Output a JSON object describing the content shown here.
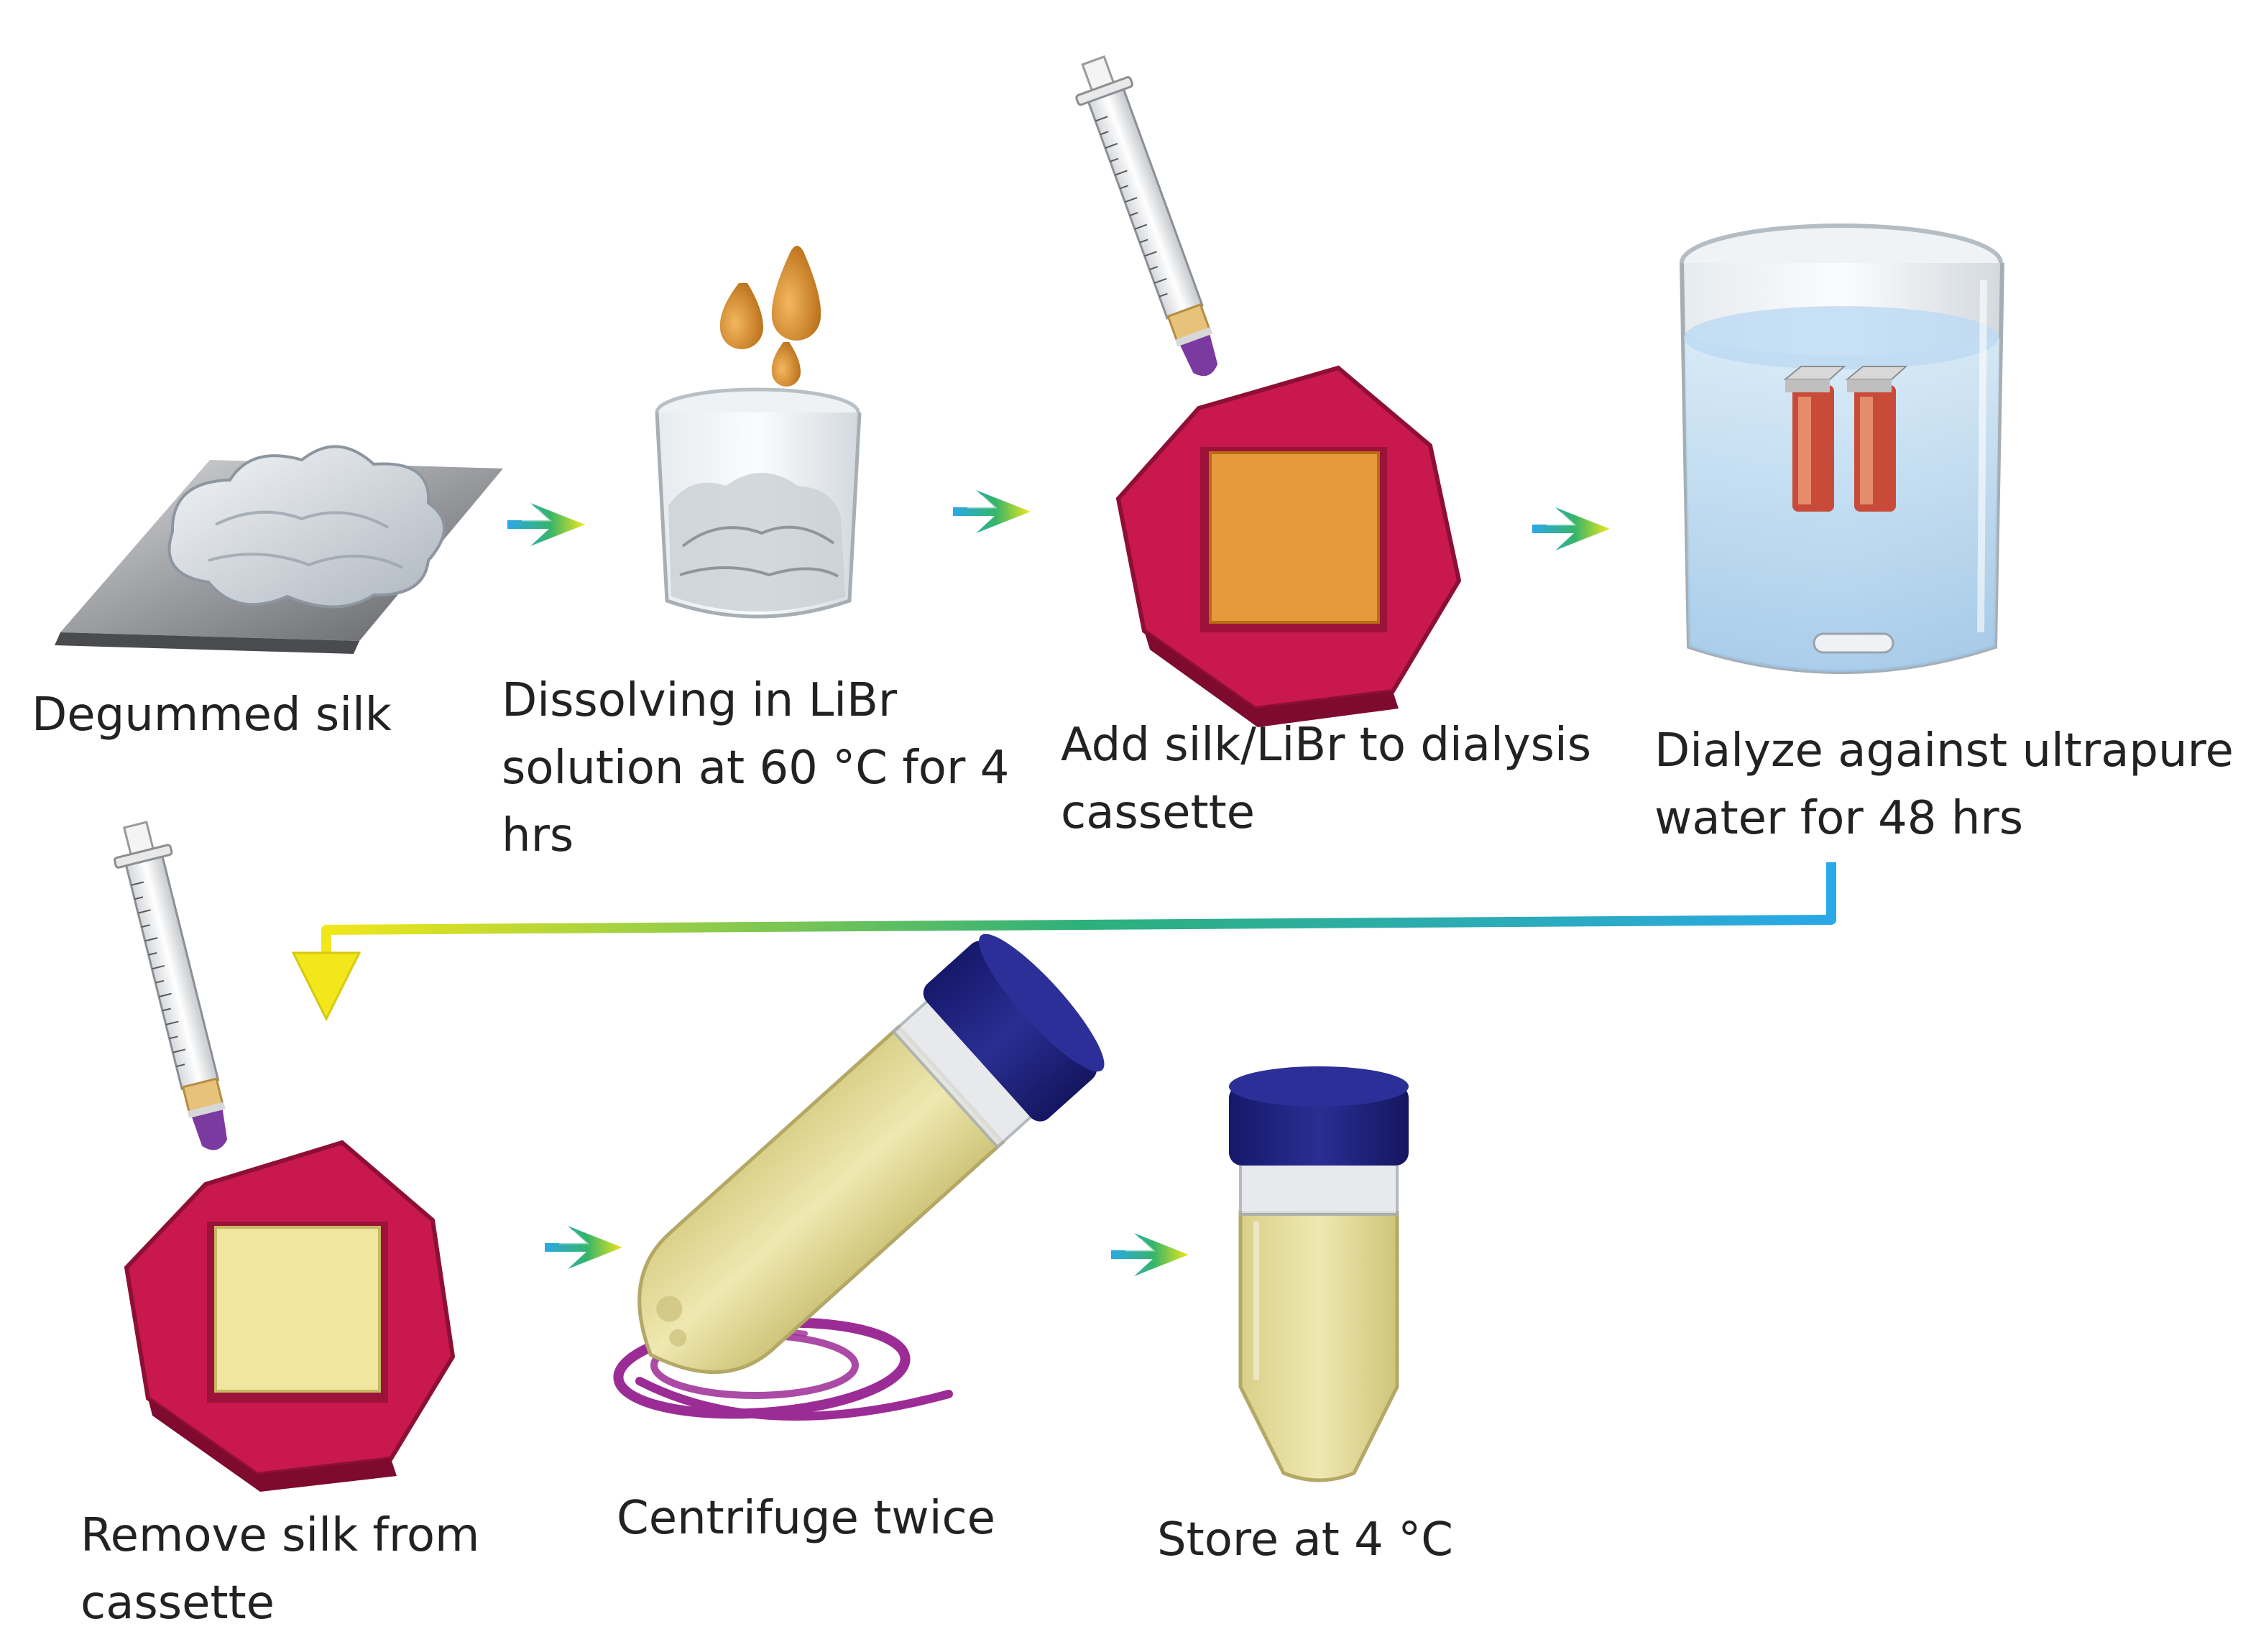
{
  "steps": [
    {
      "id": "degummed-silk",
      "lines": [
        "Degummed silk"
      ]
    },
    {
      "id": "dissolving",
      "lines": [
        "Dissolving in LiBr",
        "solution at 60 °C for 4",
        "hrs"
      ]
    },
    {
      "id": "add-to-cassette",
      "lines": [
        "Add silk/LiBr to dialysis",
        "cassette"
      ]
    },
    {
      "id": "dialyze",
      "lines": [
        "Dialyze against ultrapure",
        "water for 48 hrs"
      ]
    },
    {
      "id": "remove-silk",
      "lines": [
        "Remove silk from",
        "cassette"
      ]
    },
    {
      "id": "centrifuge",
      "lines": [
        "Centrifuge twice"
      ]
    },
    {
      "id": "store",
      "lines": [
        "Store at 4 °C"
      ]
    }
  ],
  "colors": {
    "cassette_frame": "#c8184e",
    "cassette_membrane_orange": "#e59a3c",
    "cassette_membrane_yellow": "#f1e6a0",
    "tube_cap": "#1f2278",
    "tube_liquid": "#e6de9a",
    "droplet": "#d88a2a",
    "plunger_tip": "#7b3aa0",
    "swirl": "#9c2c95",
    "arrow_gradient": [
      "#2aa8e8",
      "#f2e71a"
    ]
  }
}
